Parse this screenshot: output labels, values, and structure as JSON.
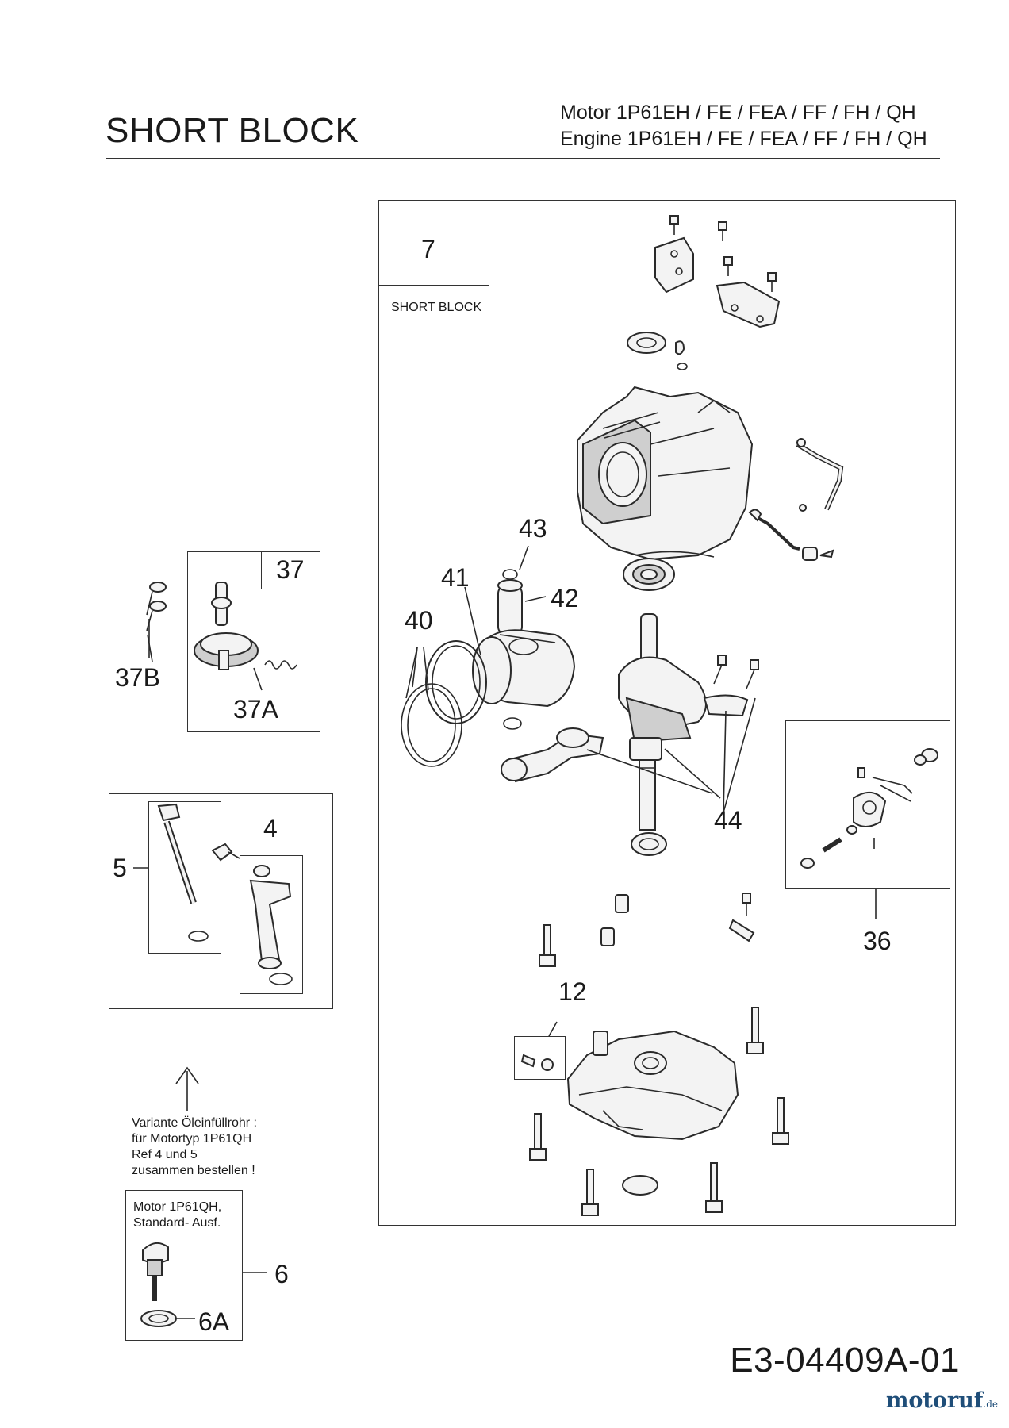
{
  "header": {
    "title": "SHORT BLOCK",
    "model_de": "Motor 1P61EH / FE / FEA / FF / FH / QH",
    "model_en": "Engine 1P61EH / FE / FEA / FF / FH / QH"
  },
  "main_box": {
    "ref": "7",
    "label": "SHORT BLOCK"
  },
  "callouts": {
    "c43": "43",
    "c41": "41",
    "c42": "42",
    "c40": "40",
    "c44": "44",
    "c36": "36",
    "c12": "12",
    "c37": "37",
    "c37a": "37A",
    "c37b": "37B",
    "c4": "4",
    "c5": "5",
    "c6": "6",
    "c6a": "6A"
  },
  "note": {
    "line1": "Variante Öleinfüllrohr :",
    "line2": "für Motortyp 1P61QH",
    "line3": "Ref 4 und 5",
    "line4": "zusammen bestellen !"
  },
  "standard_box": {
    "line1": "Motor 1P61QH,",
    "line2": "Standard- Ausf."
  },
  "footer": {
    "doc_id": "E3-04409A-01",
    "logo": "motoruf",
    "logo_suffix": ".de"
  },
  "colors": {
    "ink": "#1a1a1a",
    "logo": "#1f4e79"
  }
}
